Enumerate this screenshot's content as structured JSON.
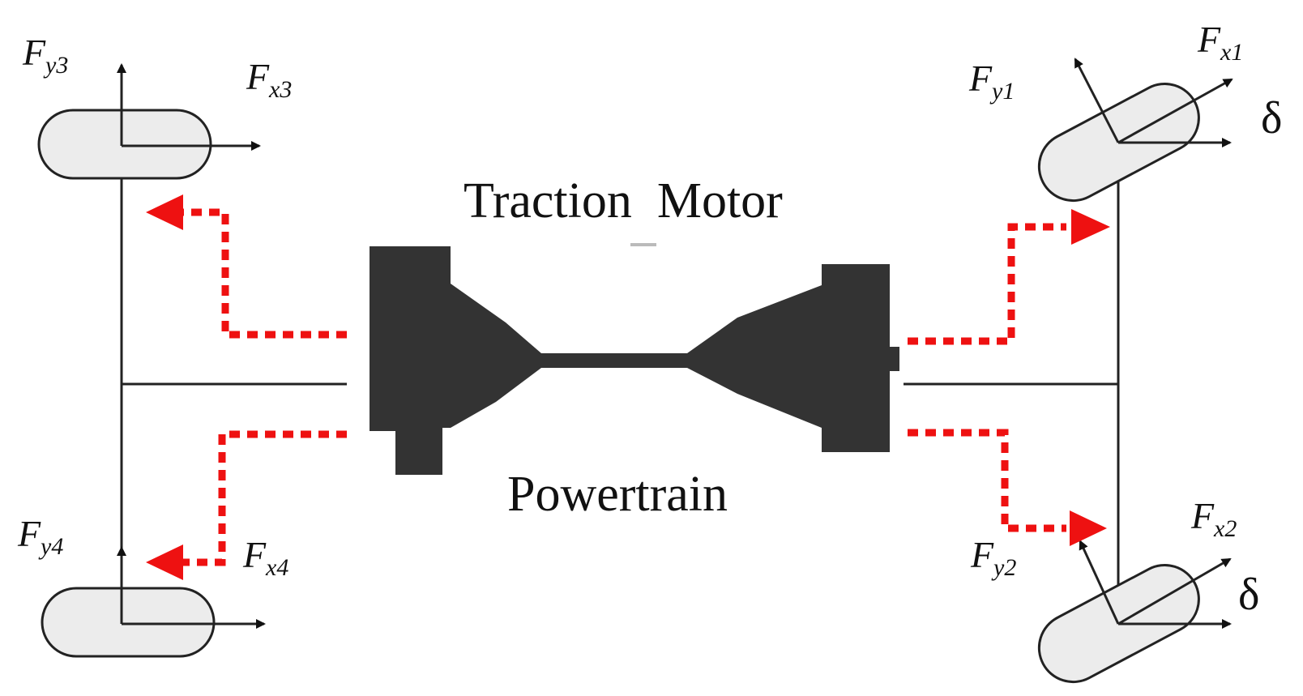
{
  "labels": {
    "traction_motor": "Traction  Motor",
    "powertrain": "Powertrain",
    "delta": "δ",
    "force_symbol": "F",
    "fy3_sub": "y3",
    "fx3_sub": "x3",
    "fy1_sub": "y1",
    "fx1_sub": "x1",
    "fy4_sub": "y4",
    "fx4_sub": "x4",
    "fy2_sub": "y2",
    "fx2_sub": "x2"
  },
  "colors": {
    "power_flow": "#ee1111",
    "motor": "#333333",
    "tire_fill": "#ececec"
  }
}
